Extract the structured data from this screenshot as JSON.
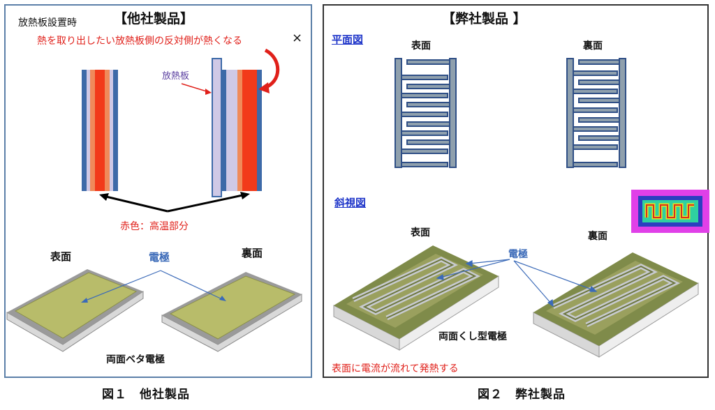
{
  "panel1": {
    "top_label": "放熱板設置時",
    "title": "【他社製品】",
    "warning": "熱を取り出したい放熱板側の反対側が熱くなる",
    "cross": "×",
    "heat_plate_label": "放熱板",
    "legend": "赤色：高温部分",
    "front_label": "表面",
    "back_label": "裏面",
    "electrode_label": "電極",
    "bottom_label": "両面ベタ電極"
  },
  "panel2": {
    "title": "【弊社製品 】",
    "plan_view": "平面図",
    "front_label": "表面",
    "back_label": "裏面",
    "oblique_view": "斜視図",
    "front_label2": "表面",
    "back_label2": "裏面",
    "electrode_label": "電極",
    "comb_label": "両面くし型電極",
    "bottom_note": "表面に電流が流れて発熱する"
  },
  "captions": {
    "fig1": "図１　他社製品",
    "fig2": "図２　弊社製品"
  },
  "colors": {
    "hot_red": "#f23a1a",
    "warm_orange": "#f08a5a",
    "plate_lavender": "#cfc9e6",
    "electrode_blue": "#3d6aa8",
    "olive": "#b8bc6a",
    "comb_olive": "#7f8b4a"
  }
}
